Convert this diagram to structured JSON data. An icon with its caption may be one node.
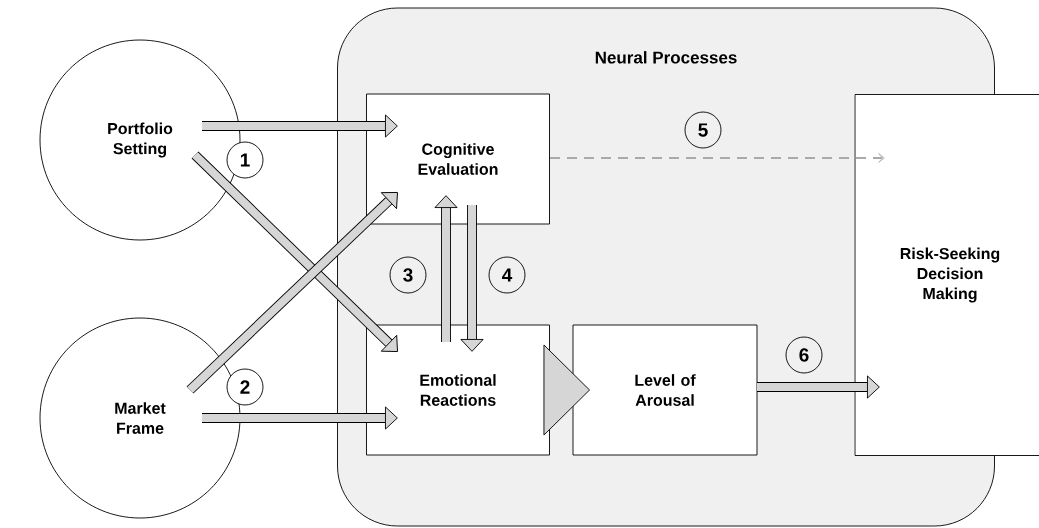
{
  "diagram": {
    "nodes": [
      {
        "text": [
          "Portfolio Setting"
        ]
      },
      {
        "text": [
          "Market Frame"
        ]
      },
      {
        "text": [
          "Neural Processes"
        ]
      },
      {
        "text": [
          "Cognitive Evaluation"
        ],
        "in": 2
      },
      {
        "text": [
          "Emotional Reactions"
        ],
        "in": 2
      },
      {
        "text": [
          "Level of Arousal"
        ],
        "in": 2
      },
      {
        "text": [
          "Risk-Seeking Decision Making"
        ]
      }
    ],
    "edges": [
      {
        "from": 0,
        "to": 3,
        "arrow": "to"
      },
      {
        "from": 0,
        "to": 4,
        "arrow": "to"
      },
      {
        "from": 1,
        "to": 3,
        "arrow": "to"
      },
      {
        "from": 1,
        "to": 4,
        "arrow": "to"
      },
      {
        "from": 4,
        "to": 3,
        "arrow": "to",
        "label": "3"
      },
      {
        "from": 3,
        "to": 4,
        "arrow": "to",
        "label": "4"
      },
      {
        "from": 3,
        "to": 6,
        "arrow": "to",
        "label": "5",
        "style": "dashed",
        "color": "#aaaaaa"
      },
      {
        "from": 4,
        "to": 5,
        "arrow": "to"
      },
      {
        "from": 5,
        "to": 6,
        "arrow": "to",
        "label": "6"
      }
    ],
    "labels": [
      "1",
      "2"
    ]
  }
}
